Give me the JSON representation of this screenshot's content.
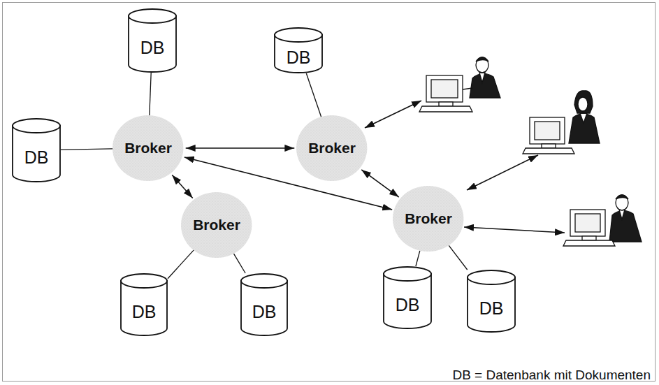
{
  "diagram": {
    "nodes": [
      {
        "text": [
          "DB"
        ]
      },
      {
        "text": [
          "DB"
        ]
      },
      {
        "text": [
          "DB"
        ]
      },
      {
        "text": [
          "Broker"
        ]
      },
      {
        "text": [
          "Broker"
        ]
      },
      {
        "text": [
          "Broker"
        ]
      },
      {
        "text": [
          "Broker"
        ]
      },
      {
        "text": [
          "DB"
        ]
      },
      {
        "text": [
          "DB"
        ]
      },
      {
        "text": [
          "DB"
        ]
      },
      {
        "text": [
          "DB"
        ]
      }
    ],
    "edges": [
      {
        "from": 3,
        "to": 4,
        "arrow": "both"
      },
      {
        "from": 3,
        "to": 5,
        "arrow": "both"
      },
      {
        "from": 3,
        "to": 6,
        "arrow": "both"
      },
      {
        "from": 4,
        "to": 5,
        "arrow": "both"
      },
      {
        "from": 0,
        "to": 3,
        "arrow": "none"
      },
      {
        "from": 1,
        "to": 4,
        "arrow": "none"
      },
      {
        "from": 2,
        "to": 3,
        "arrow": "none"
      },
      {
        "from": 7,
        "to": 6,
        "arrow": "none"
      },
      {
        "from": 8,
        "to": 6,
        "arrow": "none"
      },
      {
        "from": 9,
        "to": 5,
        "arrow": "none"
      },
      {
        "from": 10,
        "to": 5,
        "arrow": "none"
      }
    ],
    "labels": [
      "DB = Datenbank mit Dokumenten"
    ]
  }
}
